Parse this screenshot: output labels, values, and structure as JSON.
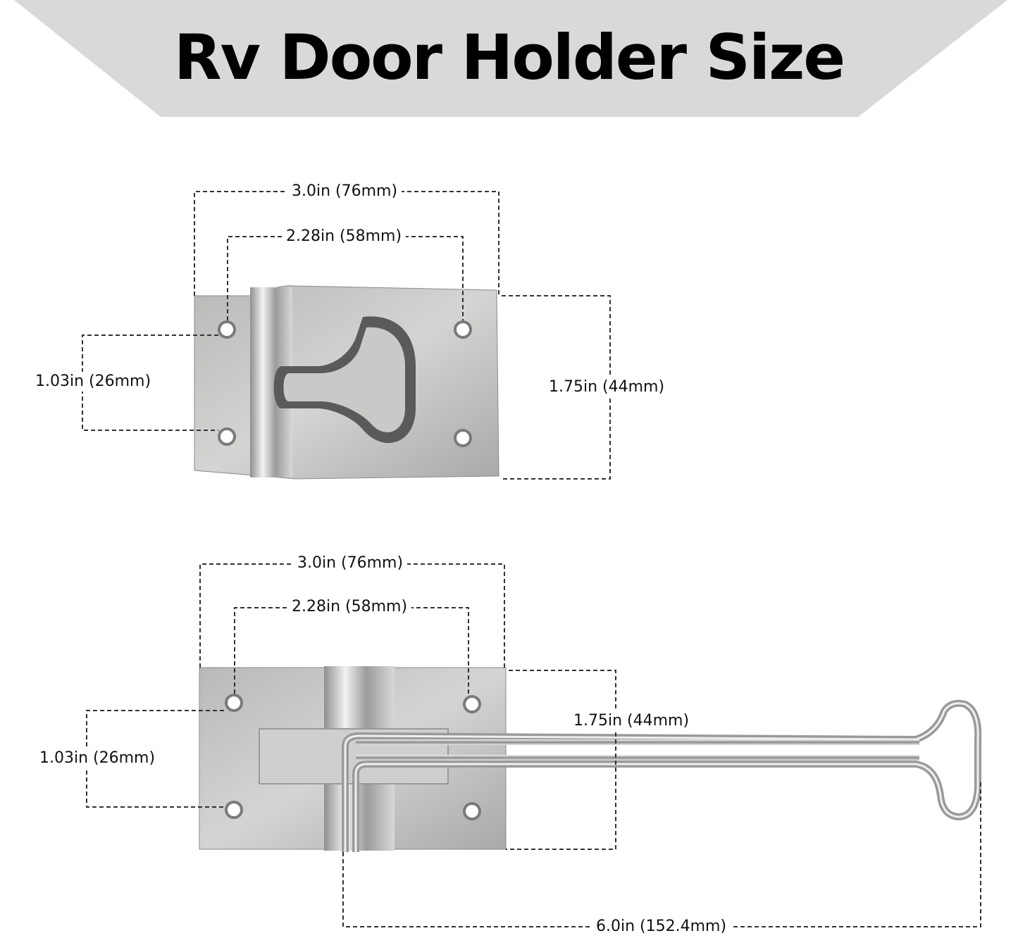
{
  "title": "Rv Door Holder Size",
  "colors": {
    "banner": "#d8d8d8",
    "dim_line": "#333333",
    "metal": "#c8c8c6"
  },
  "top_part": {
    "overall_width": "3.0in (76mm)",
    "hole_spacing_width": "2.28in (58mm)",
    "hole_spacing_height": "1.03in (26mm)",
    "overall_height": "1.75in (44mm)"
  },
  "bottom_part": {
    "overall_width": "3.0in (76mm)",
    "hole_spacing_width": "2.28in (58mm)",
    "hole_spacing_height": "1.03in (26mm)",
    "overall_height": "1.75in (44mm)",
    "hook_length": "6.0in (152.4mm)"
  }
}
